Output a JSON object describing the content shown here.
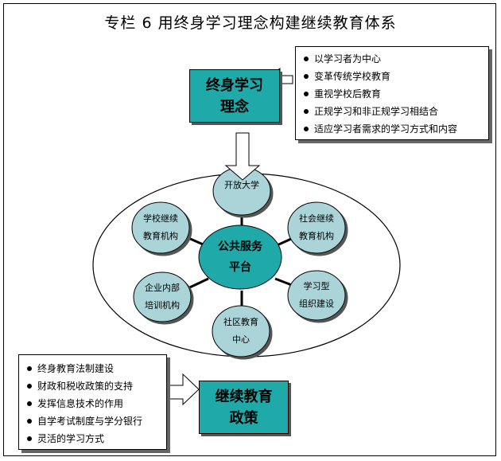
{
  "title": "专栏 6  用终身学习理念构建继续教育体系",
  "top_box": {
    "line1": "终身学习",
    "line2": "理念"
  },
  "top_list": [
    "以学习者为中心",
    "变革传统学校教育",
    "重视学校后教育",
    "正规学习和非正规学习相结合",
    "适应学习者需求的学习方式和内容"
  ],
  "hub": {
    "line1": "公共服务",
    "line2": "平台"
  },
  "nodes": {
    "top": {
      "line1": "开放大学",
      "line2": ""
    },
    "upper_left": {
      "line1": "学校继续",
      "line2": "教育机构"
    },
    "upper_right": {
      "line1": "社会继续",
      "line2": "教育机构"
    },
    "lower_left": {
      "line1": "企业内部",
      "line2": "培训机构"
    },
    "lower_right": {
      "line1": "学习型",
      "line2": "组织建设"
    },
    "bottom": {
      "line1": "社区教育",
      "line2": "中心"
    }
  },
  "bottom_list": [
    "终身教育法制建设",
    "财政和税收政策的支持",
    "发挥信息技术的作用",
    "自学考试制度与学分银行",
    "灵活的学习方式"
  ],
  "bottom_box": {
    "line1": "继续教育",
    "line2": "政策"
  },
  "colors": {
    "box_fill": "#1fa9a9",
    "node_fill": "#aad4d8",
    "hub_fill": "#1fa9a9",
    "oval_fill": "#ffffff"
  }
}
